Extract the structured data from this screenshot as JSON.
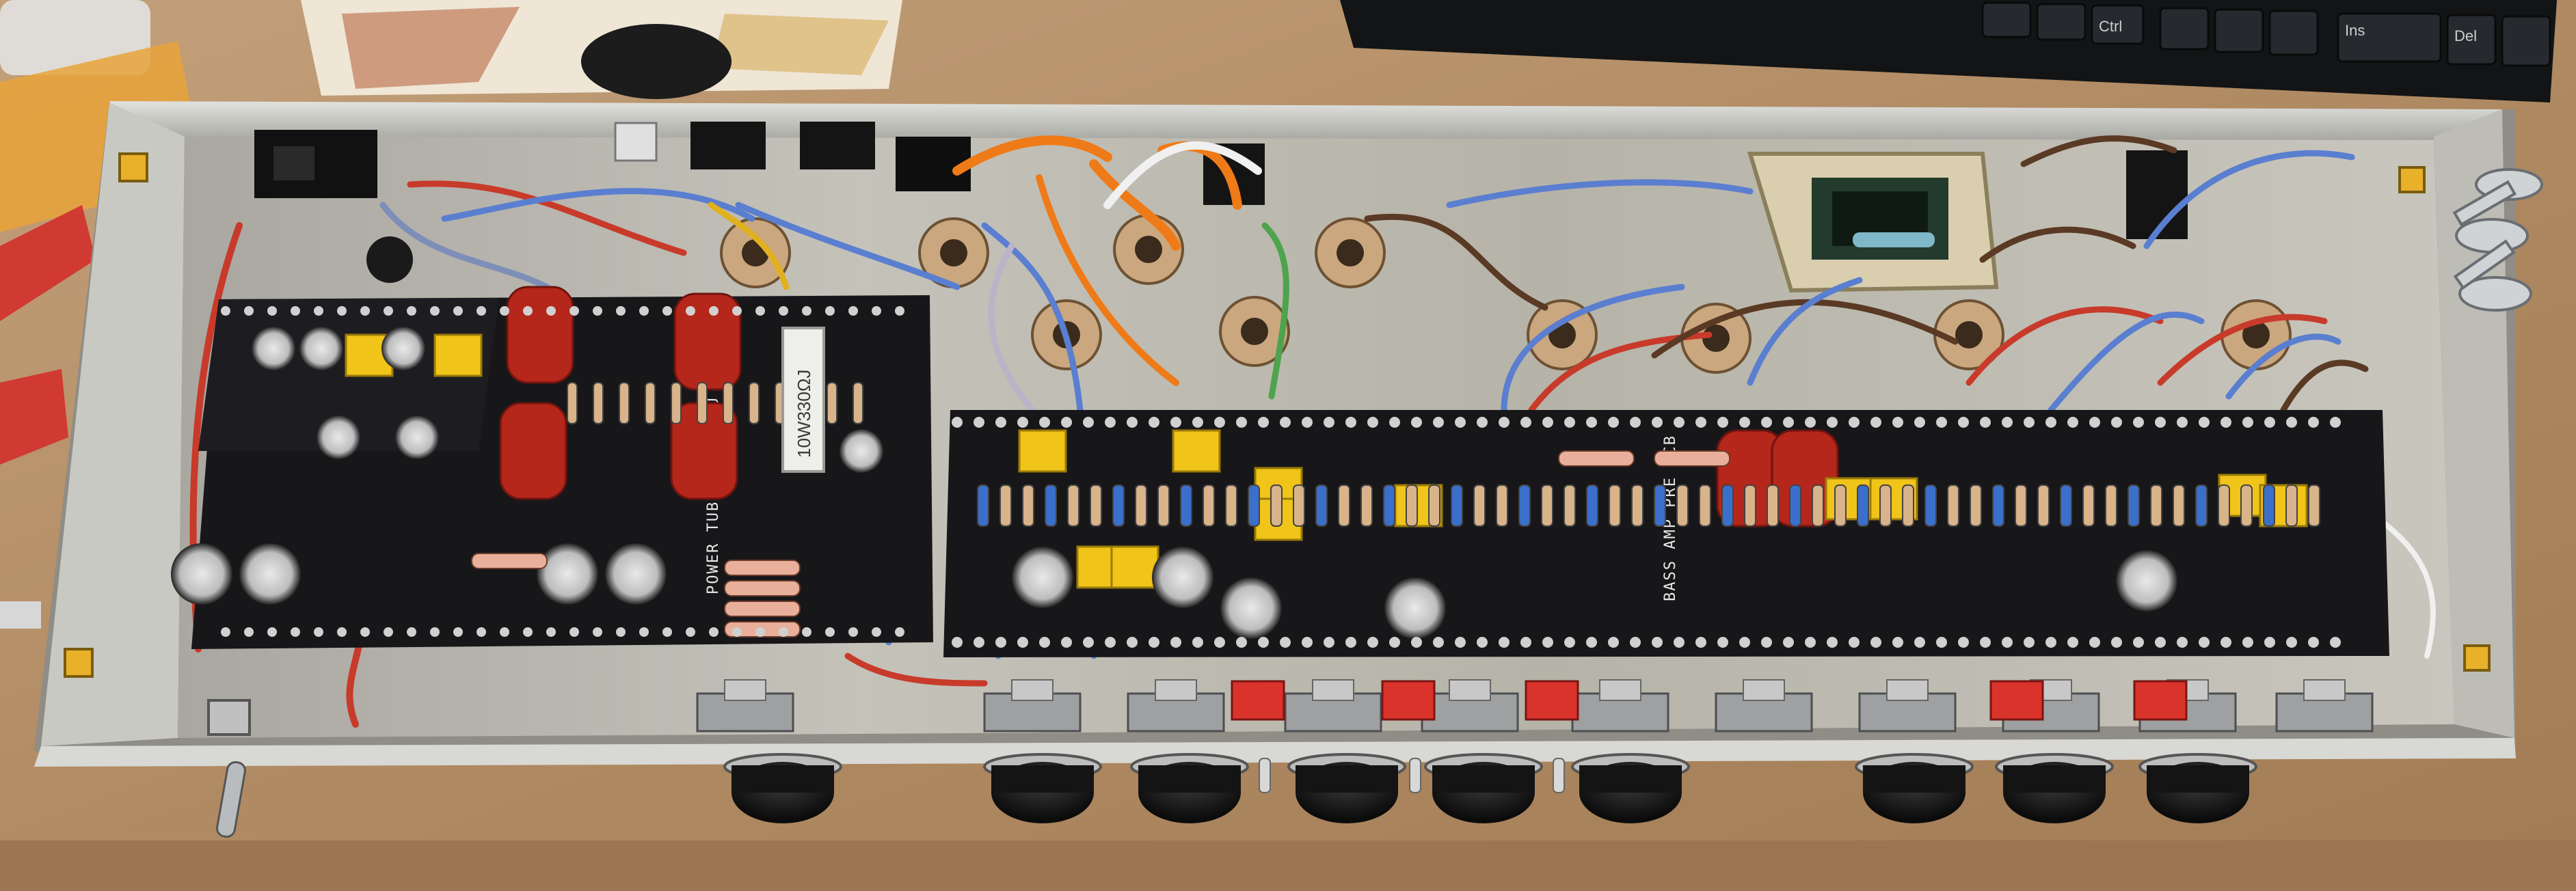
{
  "photo": {
    "subject": "",
    "board_labels": {
      "left_board": "POWER TUBES AMP PSU",
      "right_board": "BASS AMP PRE PCB",
      "resistor_print": "10W330ΩJ"
    },
    "keyboard_keys": [
      "Ctrl",
      "Ins",
      "Del"
    ]
  },
  "colors": {
    "bench": "#b48f68",
    "chassis": "#c9c8c2",
    "chassis_floor": "#b9b7ad",
    "pcb": "#17171a",
    "cap_red": "#b5261b",
    "cap_yellow": "#f0c419",
    "wire_blue": "#5a7ed0",
    "wire_red": "#c83a2a",
    "wire_orange": "#ef7a18",
    "wire_brown": "#5a3a24"
  }
}
